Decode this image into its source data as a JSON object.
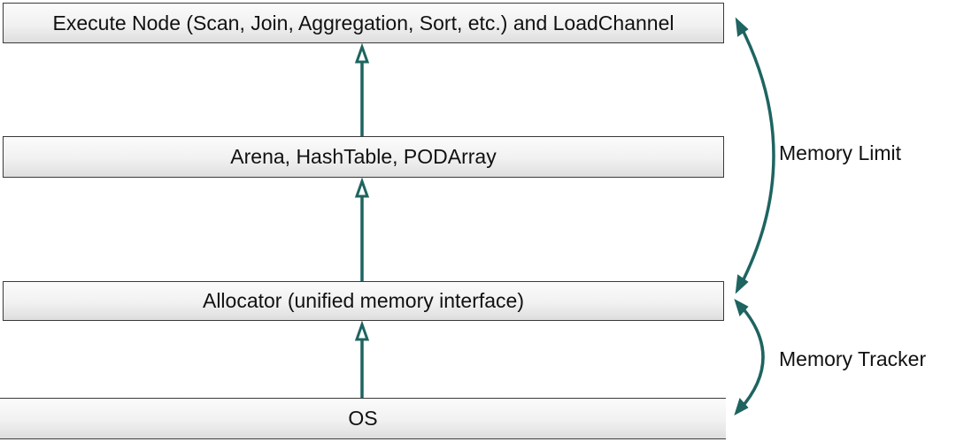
{
  "layers": {
    "execute": "Execute Node (Scan, Join, Aggregation, Sort, etc.) and LoadChannel",
    "arena": "Arena, HashTable, PODArray",
    "allocator": "Allocator (unified memory interface)",
    "os": "OS"
  },
  "scopes": {
    "memory_limit": "Memory Limit",
    "memory_tracker": "Memory Tracker"
  },
  "colors": {
    "arrow": "#1e6461",
    "box_border": "#3a3a3a"
  }
}
